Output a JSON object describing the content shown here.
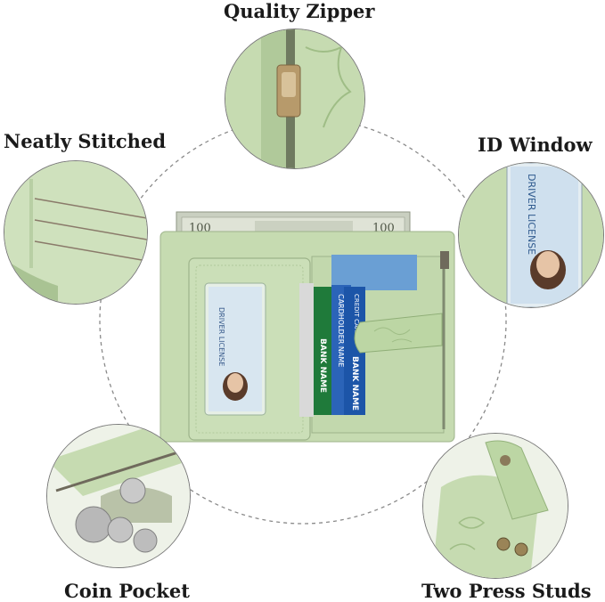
{
  "features": {
    "zipper": {
      "label": "Quality Zipper"
    },
    "stitched": {
      "label": "Neatly Stitched"
    },
    "id_window": {
      "label": "ID Window"
    },
    "coin": {
      "label": "Coin Pocket"
    },
    "studs": {
      "label": "Two Press Studs"
    }
  },
  "product": {
    "card_text_1": "BANK NAME",
    "card_text_2": "BANK NAME",
    "card_text_3": "CARDHOLDER NAME",
    "card_text_4": "CREDIT CARD",
    "license_title": "DRIVER LICENSE",
    "bill_value": "100"
  },
  "colors": {
    "leather": "#c6dbb1",
    "leather_dark": "#a9c393",
    "background": "#ffffff"
  }
}
